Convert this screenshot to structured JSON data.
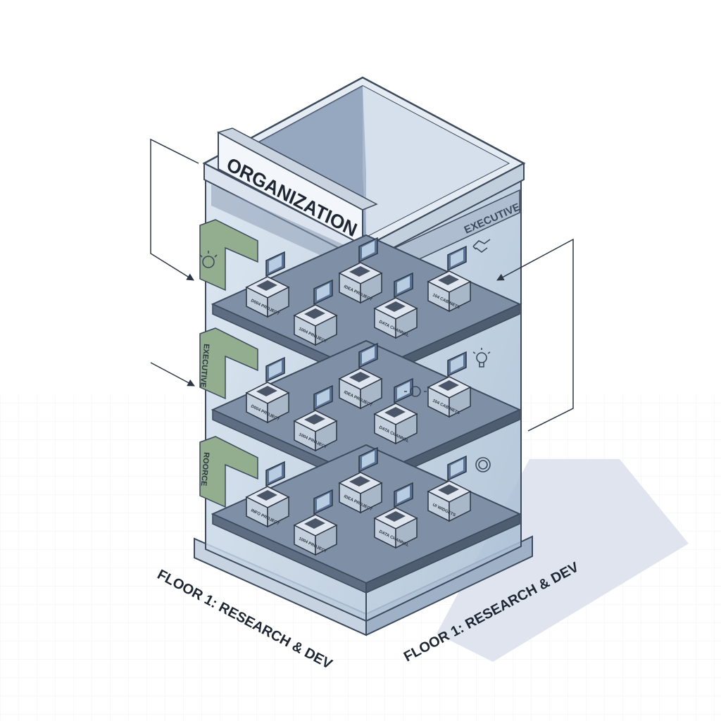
{
  "sign": {
    "label": "ORGANIZATION"
  },
  "top_banner": {
    "label": "EXECUTIVE"
  },
  "side_tabs": [
    {
      "label": ""
    },
    {
      "label": "EXECUTIVE"
    },
    {
      "label": "ROORCE"
    }
  ],
  "ground_labels": {
    "left": "FLOOR 1: RESEARCH & DEV",
    "right": "FLOOR 1: RESEARCH & DEV"
  },
  "floors": [
    {
      "name": "floor-top",
      "desks": [
        {
          "label": "D004 PROJECT"
        },
        {
          "label": "1004 PROJECT"
        },
        {
          "label": "IDEA PROJECT"
        },
        {
          "label": "DATA CHANNEL"
        },
        {
          "label": "104 CABINETS"
        }
      ]
    },
    {
      "name": "floor-middle",
      "desks": [
        {
          "label": "D004 PROJECT"
        },
        {
          "label": "1004 PROJECT"
        },
        {
          "label": "IDEA PROJECT"
        },
        {
          "label": "DATA CHANNEL"
        },
        {
          "label": "104 CABINETS"
        }
      ]
    },
    {
      "name": "floor-bottom",
      "desks": [
        {
          "label": "INFO PROJECT"
        },
        {
          "label": "1004 PROJECT"
        },
        {
          "label": "IDEA PROJECT"
        },
        {
          "label": "DATA CHANNEL"
        },
        {
          "label": "UI WIDGETS"
        }
      ]
    }
  ],
  "icons": [
    "handshake-icon",
    "lightbulb-icon",
    "gear-icon",
    "badge-icon",
    "target-icon"
  ],
  "colors": {
    "glass": "#c9d8e6",
    "floor_slab": "#7f8fa6",
    "outline": "#3c4a5c",
    "tab_green": "#93ad8f",
    "shadow": "#dfe4ee"
  }
}
